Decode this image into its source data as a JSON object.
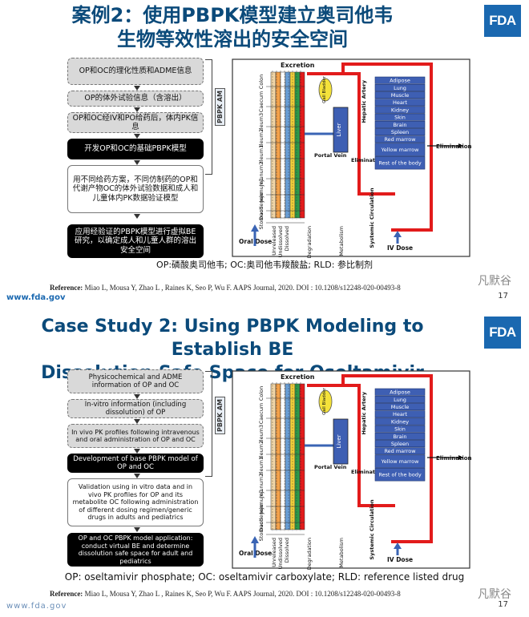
{
  "slide1": {
    "title_line1": "案例2：使用PBPK模型建立奥司他韦",
    "title_line2": "生物等效性溶出的安全空间",
    "logo": "FDA",
    "boxes": [
      "OP和OC的理化性质和ADME信息",
      "OP的体外试验信息（含溶出）",
      "OP和OC经IV和PO给药后，体内PK信息",
      "开发OP和OC的基础PBPK模型",
      "用不同给药方案，不同仿制药的OP和代谢产物OC的体外试验数据和成人和儿童体内PK数据验证模型",
      "应用经验证的PBPK模型进行虚拟BE研究，以确定成人和儿童人群的溶出安全空间"
    ],
    "caption": "OP:磷酸奥司他韦;    OC:奥司他韦羧酸盐;     RLD: 参比制剂",
    "reference_label": "Reference:",
    "reference_text": " Miao L, Mousa Y, Zhao L , Raines K, Seo P, Wu F.  AAPS Journal, 2020. DOI : 10.1208/s12248-020-00493-8",
    "url": "www.fda.gov",
    "page": "17",
    "watermark": "凡默谷"
  },
  "slide2": {
    "title_line1": "Case Study 2: Using PBPK Modeling to Establish BE",
    "title_line2": "Dissolution Safe Space for Oseltamivir",
    "logo": "FDA",
    "boxes": [
      "Physicochemical and ADME information of OP and OC",
      "In-vitro information (including dissolution) of OP",
      "In vivo PK profiles following intravenous and oral administration of OP and OC",
      "Development of base PBPK model of OP and OC",
      "Validation using in vitro data and in vivo PK profiles for OP and its metabolite OC following administration of different dosing regimen/generic drugs in adults and pediatrics",
      "OP and OC PBPK model application: conduct virtual BE and determine dissolution safe space for adult and pediatrics"
    ],
    "caption": "OP: oseltamivir phosphate; OC: oseltamivir carboxylate; RLD: reference listed drug",
    "reference_label": "Reference:",
    "reference_text": " Miao L, Mousa Y, Zhao L , Raines K, Seo P, Wu F.  AAPS Journal, 2020. DOI : 10.1208/s12248-020-00493-8",
    "url": "www.fda.gov",
    "page": "17",
    "watermark": "凡默谷"
  },
  "diagram": {
    "pbpk_am": "PBPK AM",
    "excretion": "Excretion",
    "gut_segments": [
      "Colon",
      "Caecum",
      "Ileum3",
      "Ileum2",
      "Ileum1",
      "Jejunum2",
      "Jejunum1",
      "Duodenum",
      "Stomach"
    ],
    "columns": [
      "Unreleased",
      "Undissolved",
      "Dissolved",
      "Luminal Degradation",
      "Gut Wall Metabolism"
    ],
    "gall_bladder": "Gall Bladder",
    "liver": "Liver",
    "portal_vein": "Portal Vein",
    "elimination_liver": "Elimination",
    "hepatic_artery": "Hepatic Artery",
    "tissues": [
      "Adipose",
      "Lung",
      "Muscle",
      "Heart",
      "Kidney",
      "Skin",
      "Brain",
      "Spleen",
      "Red marrow",
      "Yellow marrow",
      "Rest of the body"
    ],
    "elimination": "Elimination",
    "systemic_circulation": "Systemic Circulation",
    "oral_dose": "Oral Dose",
    "iv_dose": "IV Dose",
    "colors": {
      "artery": "#e21b1b",
      "vein": "#3a64b4",
      "tissue": "#3e5fb3",
      "title": "#0b4a7a",
      "fda": "#1a68b0"
    }
  }
}
